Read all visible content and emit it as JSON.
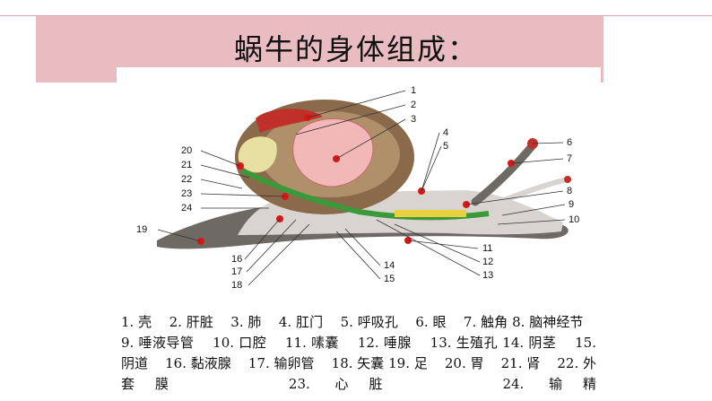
{
  "title": "蜗牛的身体组成：",
  "callouts": [
    "1",
    "2",
    "3",
    "4",
    "5",
    "6",
    "7",
    "8",
    "9",
    "10",
    "11",
    "12",
    "13",
    "14",
    "15",
    "16",
    "17",
    "18",
    "19",
    "20",
    "21",
    "22",
    "23",
    "24"
  ],
  "legend": [
    "1. 壳",
    "2. 肝脏",
    "3. 肺",
    "4. 肛门",
    "5. 呼吸孔",
    "6. 眼",
    "7. 触角",
    "8. 脑神经节",
    "9. 唾液导管",
    "10. 口腔",
    "11. 嗉囊",
    "12. 唾腺",
    "13. 生殖孔",
    "14. 阴茎",
    "15. 阴道",
    "16. 黏液腺",
    "17. 输卵管",
    "18. 矢囊",
    "19. 足",
    "20. 胃",
    "21. 肾",
    "22. 外套膜",
    "23. 心脏",
    "24. 输精"
  ]
}
